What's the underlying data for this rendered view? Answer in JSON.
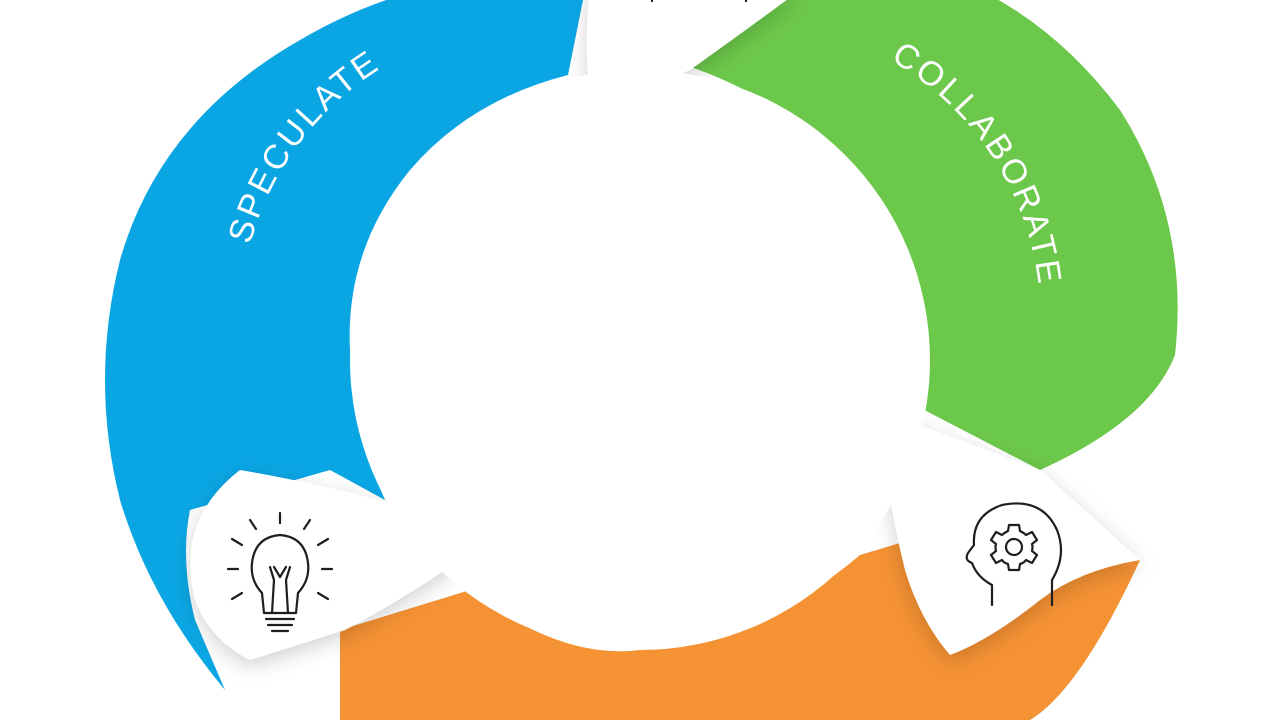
{
  "diagram": {
    "segments": [
      {
        "id": "speculate",
        "label": "SPECULATE",
        "color": "#0aa6e4",
        "icon": "lightbulb-icon"
      },
      {
        "id": "collaborate",
        "label": "COLLABORATE",
        "color": "#6cc84a",
        "icon": "head-gear-icon"
      },
      {
        "id": "learn",
        "label": "",
        "color": "#f59234",
        "icon": ""
      }
    ],
    "center_color": "#ffffff",
    "background": "#ffffff"
  }
}
